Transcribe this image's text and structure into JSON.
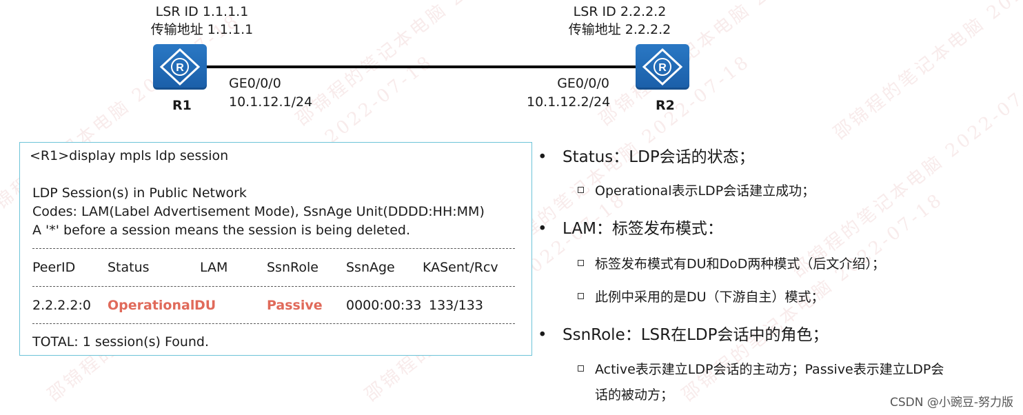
{
  "watermark": {
    "text": "邵锦程的笔记本电脑 2022-07-18"
  },
  "r1": {
    "lsr_id": "LSR ID 1.1.1.1",
    "transport": "传输地址 1.1.1.1",
    "name": "R1",
    "interface": "GE0/0/0",
    "ip": "10.1.12.1/24"
  },
  "r2": {
    "lsr_id": "LSR ID 2.2.2.2",
    "transport": "传输地址 2.2.2.2",
    "name": "R2",
    "interface": "GE0/0/0",
    "ip": "10.1.12.2/24"
  },
  "colors": {
    "router": "#1a5ea8",
    "highlight": "#e06a5a",
    "console_border": "#6cc3d8"
  },
  "console": {
    "command": "<R1>display mpls ldp session",
    "line1": "LDP Session(s) in Public Network",
    "line2": "Codes: LAM(Label Advertisement Mode), SsnAge Unit(DDDD:HH:MM)",
    "line3": "A '*' before a session means the session is being deleted.",
    "dashes": "------------------------------------------------------------------------------",
    "headers": [
      "PeerID",
      "Status",
      "LAM",
      "SsnRole",
      "SsnAge",
      "KASent/Rcv"
    ],
    "row": {
      "peer": "2.2.2.2:0",
      "status": "Operational",
      "lam": "DU",
      "role": "Passive",
      "age": "0000:00:33",
      "ka": "133/133"
    },
    "total": "TOTAL: 1 session(s) Found."
  },
  "notes": {
    "b1": "Status：LDP会话的状态；",
    "b1s1": "Operational表示LDP会话建立成功；",
    "b2": "LAM：标签发布模式：",
    "b2s1": "标签发布模式有DU和DoD两种模式（后文介绍）；",
    "b2s2": "此例中采用的是DU（下游自主）模式；",
    "b3": "SsnRole：LSR在LDP会话中的角色；",
    "b3s1a": "Active表示建立LDP会话的主动方；Passive表示建立LDP会",
    "b3s1b": "话的被动方；"
  },
  "footer": "CSDN @小豌豆-努力版"
}
